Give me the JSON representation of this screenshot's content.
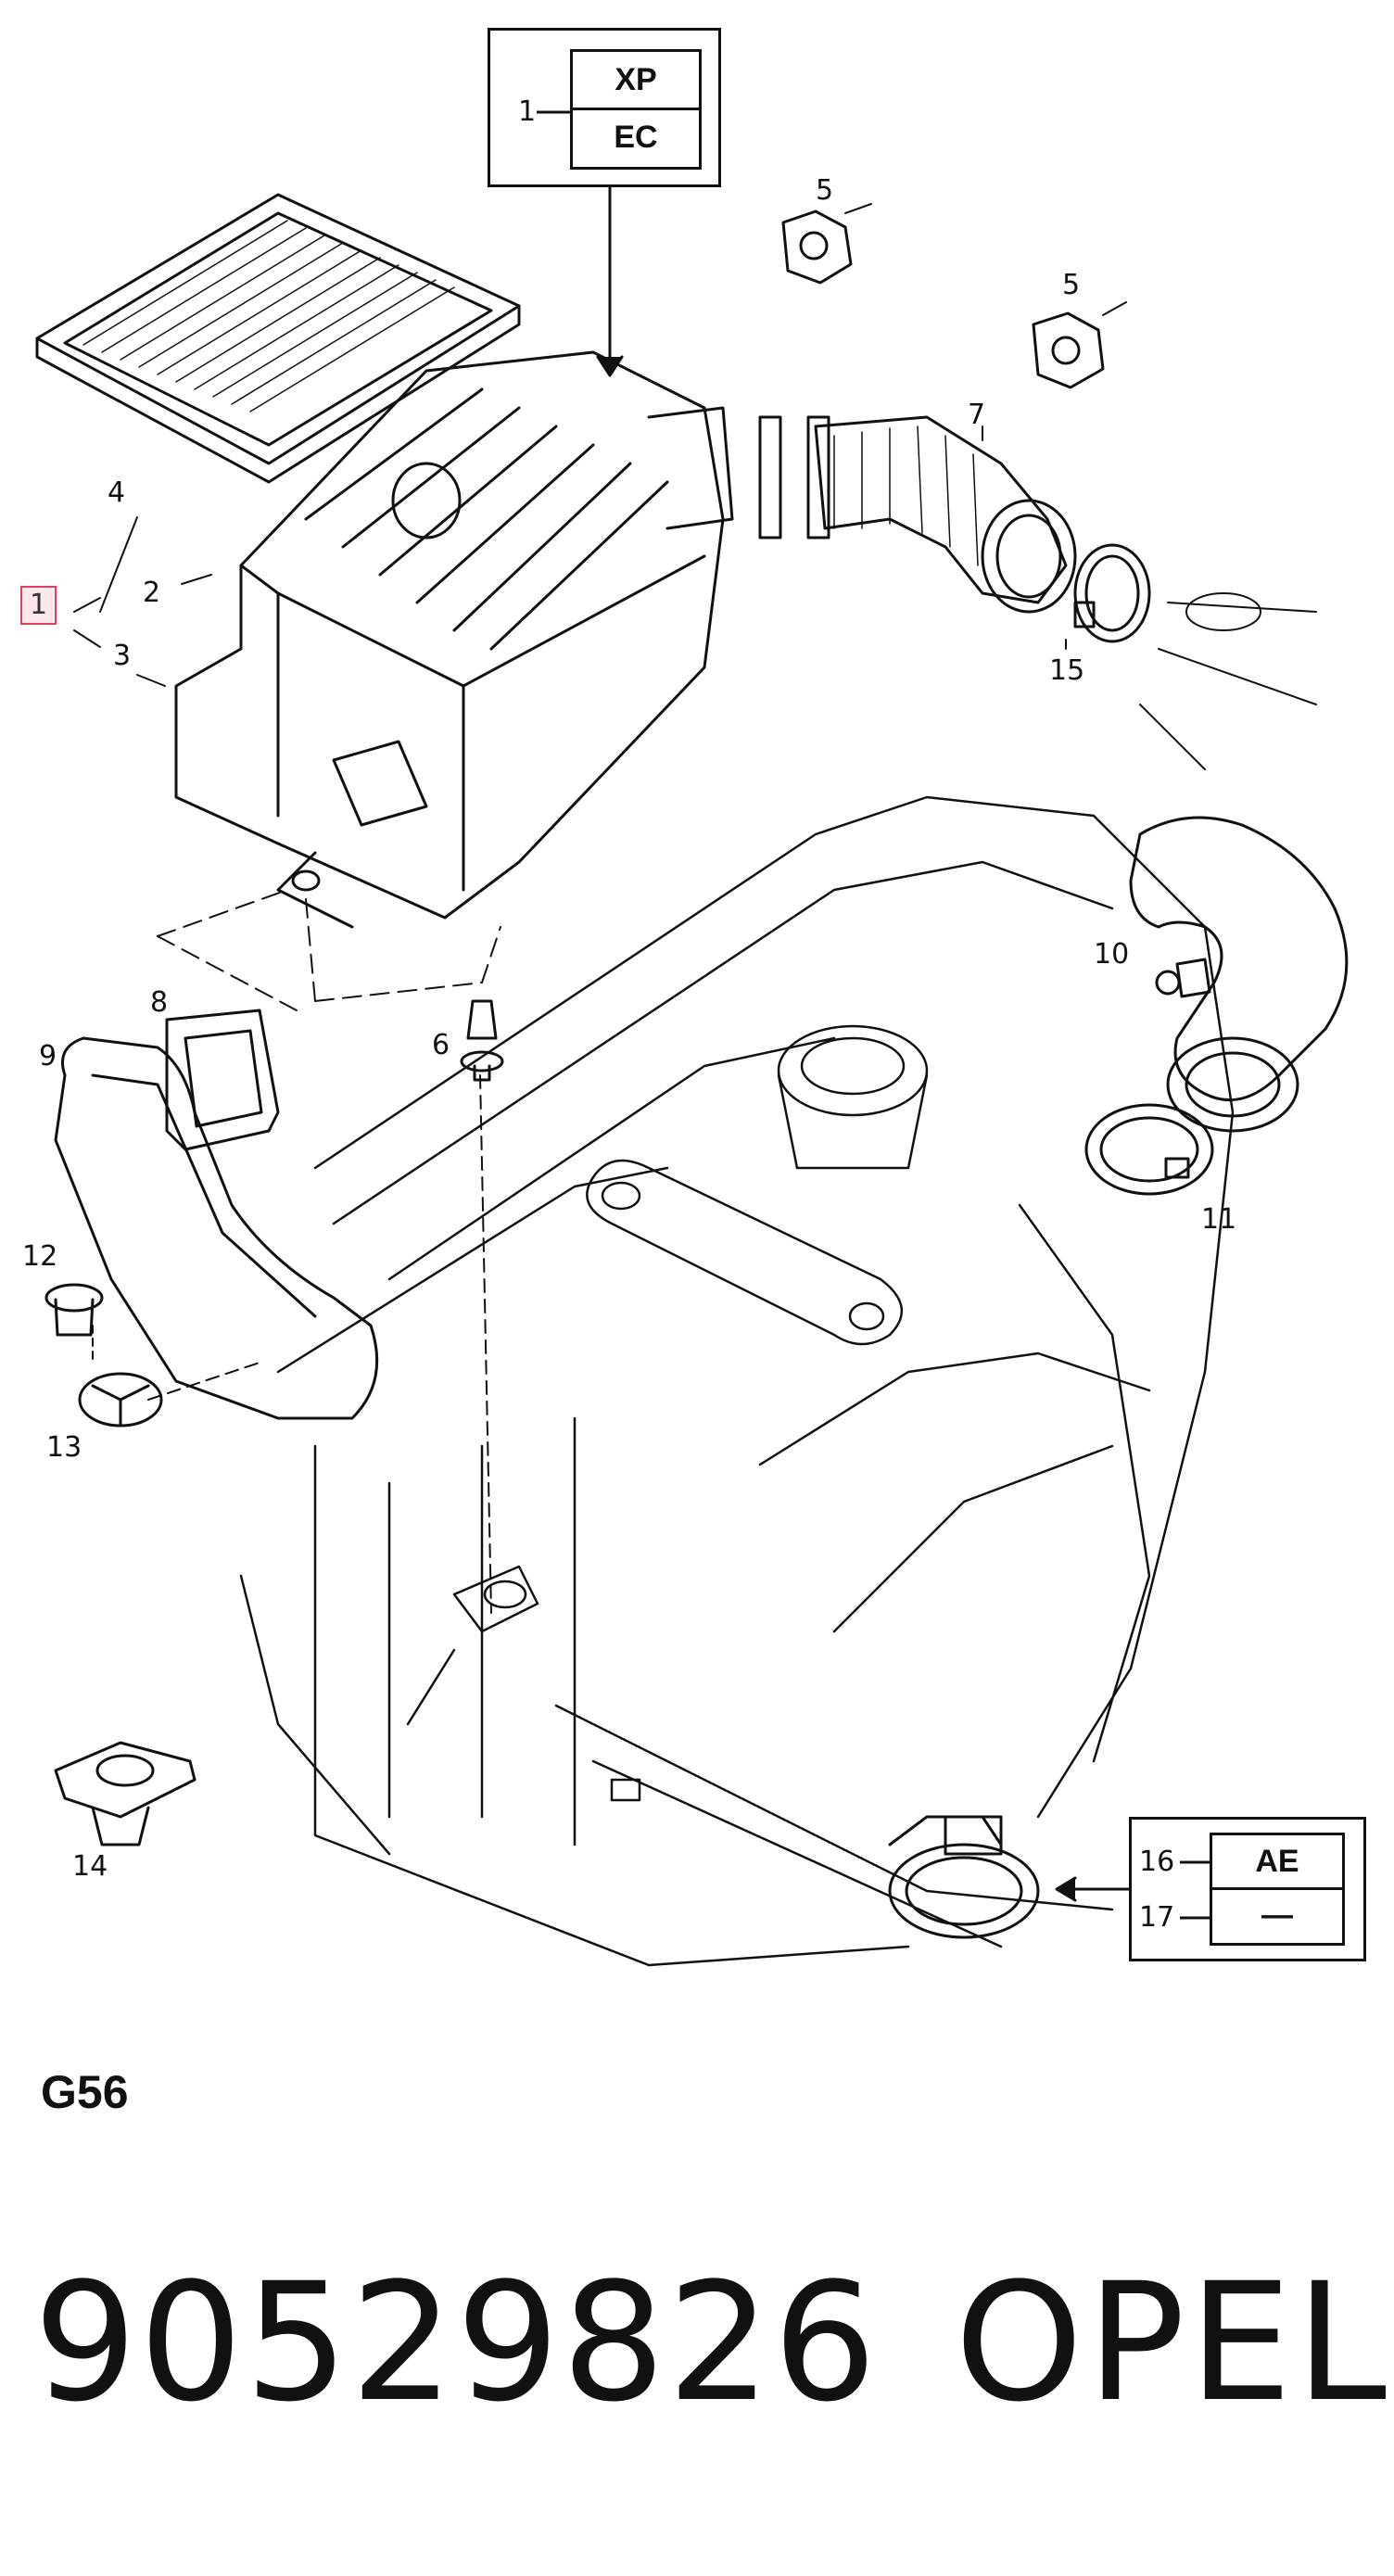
{
  "diagram": {
    "callouts": [
      {
        "key": "c1",
        "label": "1"
      },
      {
        "key": "c2",
        "label": "2"
      },
      {
        "key": "c3",
        "label": "3"
      },
      {
        "key": "c4",
        "label": "4"
      },
      {
        "key": "c5a",
        "label": "5"
      },
      {
        "key": "c5b",
        "label": "5"
      },
      {
        "key": "c6",
        "label": "6"
      },
      {
        "key": "c7",
        "label": "7"
      },
      {
        "key": "c8",
        "label": "8"
      },
      {
        "key": "c9",
        "label": "9"
      },
      {
        "key": "c10",
        "label": "10"
      },
      {
        "key": "c11",
        "label": "11"
      },
      {
        "key": "c12",
        "label": "12"
      },
      {
        "key": "c13",
        "label": "13"
      },
      {
        "key": "c14",
        "label": "14"
      },
      {
        "key": "c15",
        "label": "15"
      }
    ],
    "legend_top": {
      "item": "1",
      "rows": [
        "XP",
        "EC"
      ]
    },
    "legend_bottom": {
      "items": [
        "16",
        "17"
      ],
      "rows": [
        "AE",
        "—"
      ]
    }
  },
  "section_code": "G56",
  "part_number": "90529826",
  "brand": "OPEL",
  "colors": {
    "line": "#111111",
    "highlight_border": "#e0415a",
    "highlight_fill": "#fde8ec"
  }
}
